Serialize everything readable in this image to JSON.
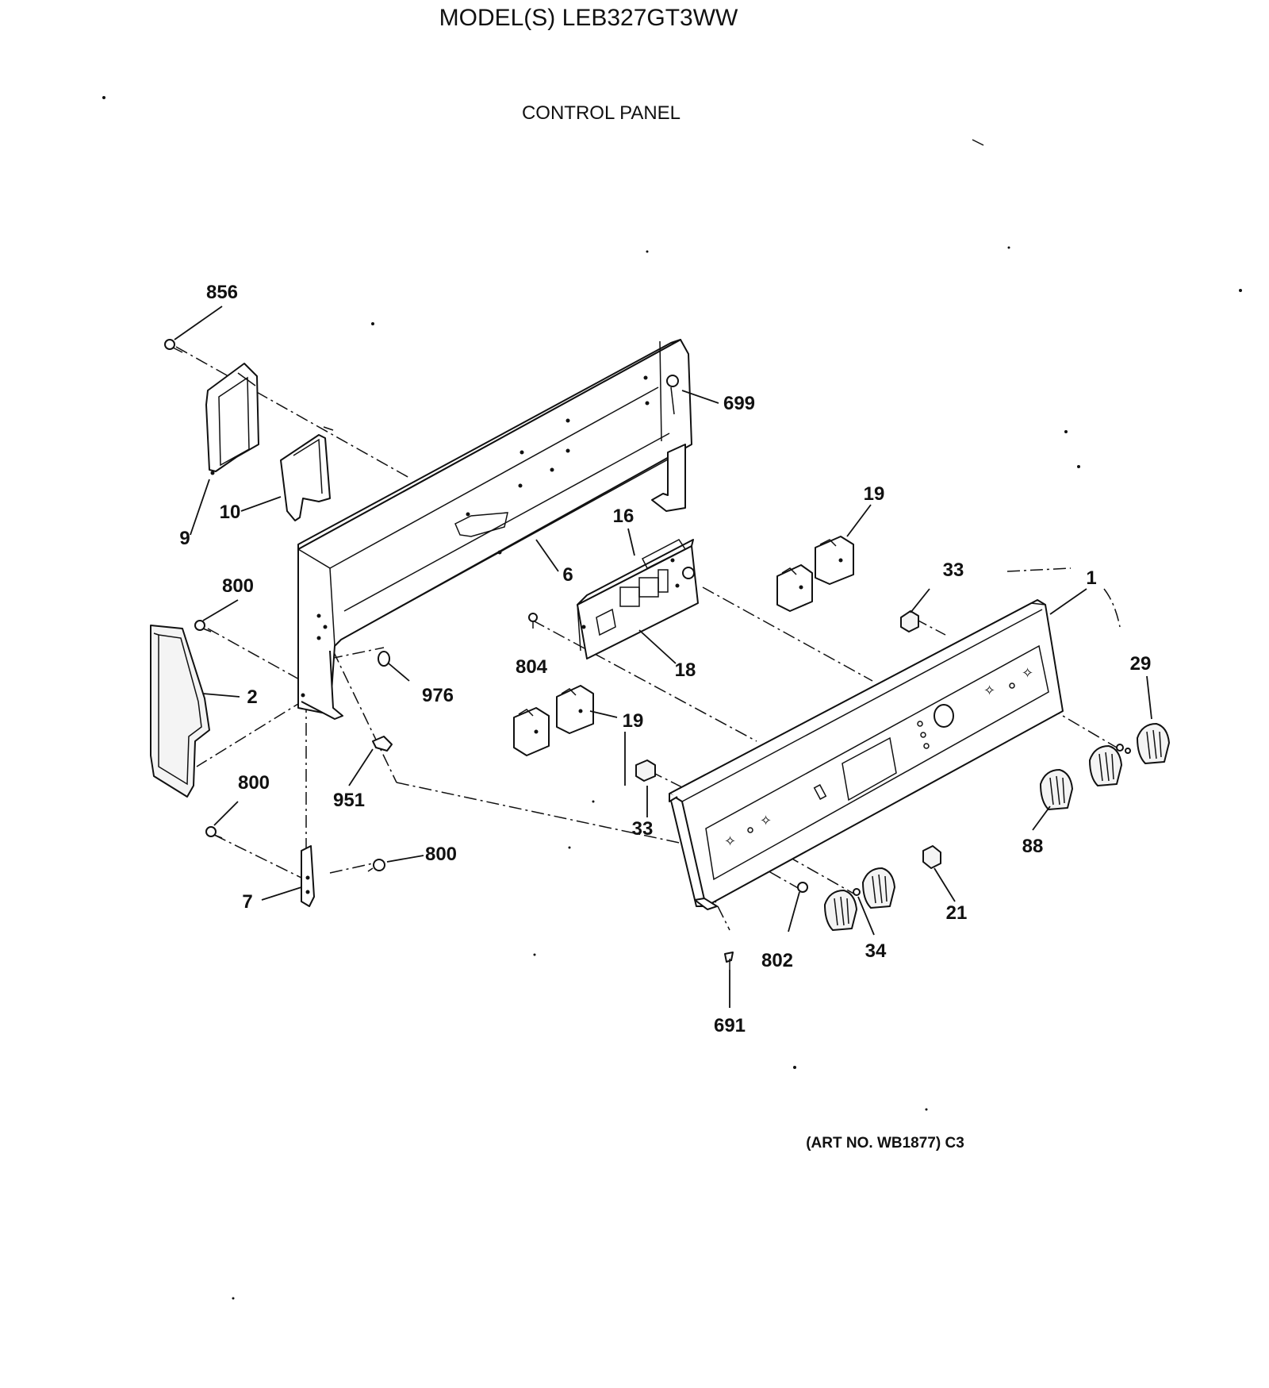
{
  "title": "MODEL(S) LEB327GT3WW",
  "subtitle": "CONTROL PANEL",
  "art_number": "(ART NO. WB1877) C3",
  "callouts": {
    "c856": "856",
    "c699": "699",
    "c9": "9",
    "c10": "10",
    "c6": "6",
    "c16": "16",
    "c19a": "19",
    "c33a": "33",
    "c1": "1",
    "c800a": "800",
    "c804": "804",
    "c18": "18",
    "c976": "976",
    "c2": "2",
    "c29": "29",
    "c19b": "19",
    "c951": "951",
    "c800b": "800",
    "c33b": "33",
    "c88": "88",
    "c800c": "800",
    "c7": "7",
    "c21": "21",
    "c34": "34",
    "c802": "802",
    "c691": "691"
  }
}
